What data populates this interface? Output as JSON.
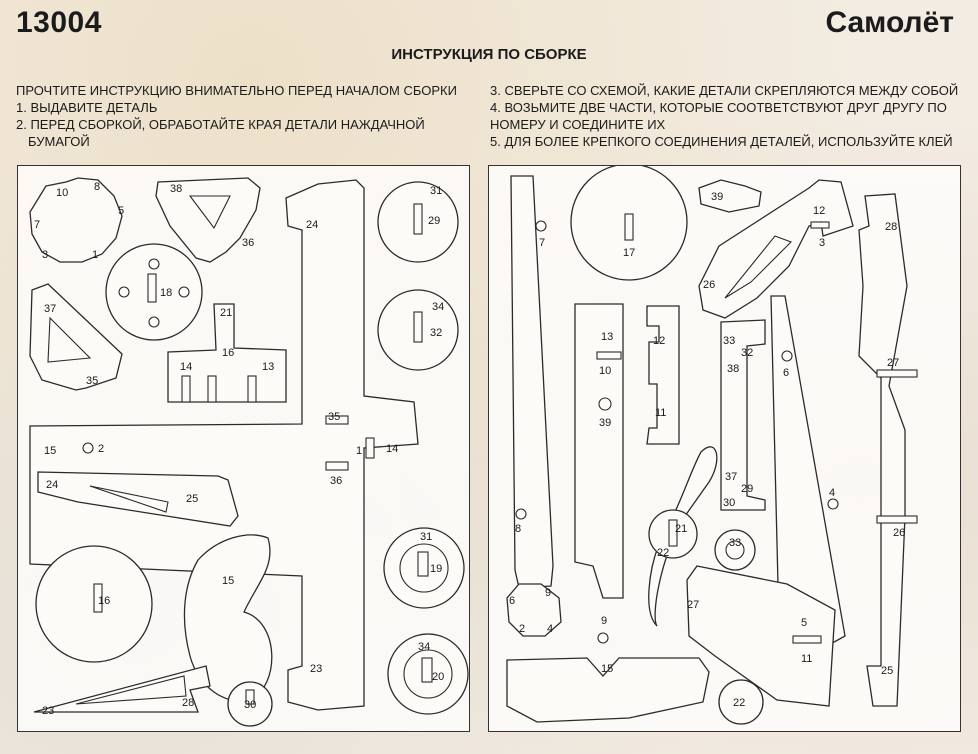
{
  "header": {
    "code": "13004",
    "title": "Самолёт",
    "heading": "ИНСТРУКЦИЯ ПО СБОРКЕ"
  },
  "instructions": {
    "left": [
      "ПРОЧТИТЕ ИНСТРУКЦИЮ ВНИМАТЕЛЬНО ПЕРЕД НАЧАЛОМ СБОРКИ",
      "1. ВЫДАВИТЕ ДЕТАЛЬ",
      "2. ПЕРЕД СБОРКОЙ, ОБРАБОТАЙТЕ КРАЯ ДЕТАЛИ НАЖДАЧНОЙ",
      "БУМАГОЙ"
    ],
    "right": [
      "3. СВЕРЬТЕ СО СХЕМОЙ, КАКИЕ ДЕТАЛИ СКРЕПЛЯЮТСЯ МЕЖДУ СОБОЙ",
      "4. ВОЗЬМИТЕ ДВЕ ЧАСТИ, КОТОРЫЕ СООТВЕТСТВУЮТ ДРУГ ДРУГУ ПО",
      "НОМЕРУ И СОЕДИНИТЕ ИХ",
      "5. ДЛЯ БОЛЕЕ КРЕПКОГО СОЕДИНЕНИЯ ДЕТАЛЕЙ, ИСПОЛЬЗУЙТЕ КЛЕЙ"
    ]
  },
  "sheet_left_labels": {
    "l10": "10",
    "l8": "8",
    "l5": "5",
    "l7": "7",
    "l3": "3",
    "l1": "1",
    "l38": "38",
    "l36": "36",
    "l18": "18",
    "l24a": "24",
    "l31a": "31",
    "l29": "29",
    "l34a": "34",
    "l32": "32",
    "l37": "37",
    "l35a": "35",
    "l21": "21",
    "l16a": "16",
    "l14a": "14",
    "l13": "13",
    "l35b": "35",
    "l1b": "1",
    "l14b": "14",
    "l36b": "36",
    "l15a": "15",
    "l2": "2",
    "l24b": "24",
    "l25": "25",
    "l16b": "16",
    "l15b": "15",
    "l23a": "23",
    "l31b": "31",
    "l19": "19",
    "l34b": "34",
    "l20": "20",
    "l23b": "23",
    "l28": "28",
    "l30": "30"
  },
  "sheet_right_labels": {
    "r7": "7",
    "r17": "17",
    "r39a": "39",
    "r12a": "12",
    "r3": "3",
    "r28": "28",
    "r26a": "26",
    "r13": "13",
    "r12b": "12",
    "r10": "10",
    "r39b": "39",
    "r11a": "11",
    "r33a": "33",
    "r32": "32",
    "r38": "38",
    "r6a": "6",
    "r27a": "27",
    "r37": "37",
    "r29": "29",
    "r30": "30",
    "r4a": "4",
    "r8": "8",
    "r21": "21",
    "r22a": "22",
    "r33b": "33",
    "r26b": "26",
    "r9a": "9",
    "r6b": "6",
    "r2": "2",
    "r4b": "4",
    "r9b": "9",
    "r27b": "27",
    "r5": "5",
    "r11b": "11",
    "r15": "15",
    "r25": "25",
    "r22b": "22"
  }
}
